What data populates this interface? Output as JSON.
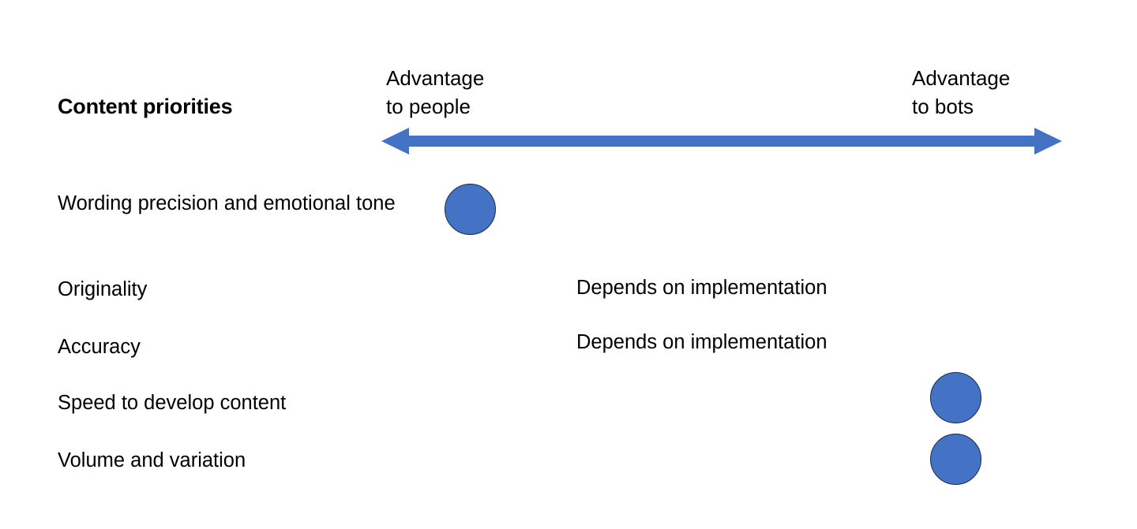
{
  "diagram": {
    "title": "Content priorities",
    "axis": {
      "left_label": "Advantage\nto people",
      "right_label": "Advantage\nto bots",
      "arrow_name": "double-headed-horizontal-arrow",
      "arrow_color": "#4472C4",
      "direction": "bidirectional"
    },
    "marker": {
      "fill_color": "#4472C4",
      "border_color": "#1B2A4A",
      "shape": "circle"
    },
    "rows": [
      {
        "label": "Wording precision and emotional tone",
        "marker": true,
        "marker_position_pct": 11,
        "note": ""
      },
      {
        "label": "Originality",
        "marker": false,
        "marker_position_pct": null,
        "note": "Depends on implementation"
      },
      {
        "label": "Accuracy",
        "marker": false,
        "marker_position_pct": null,
        "note": "Depends on implementation"
      },
      {
        "label": "Speed to develop content",
        "marker": true,
        "marker_position_pct": 82,
        "note": ""
      },
      {
        "label": "Volume and variation",
        "marker": true,
        "marker_position_pct": 82,
        "note": ""
      }
    ]
  },
  "chart_data": {
    "type": "scatter",
    "title": "Content priorities",
    "xlabel": "Advantage to people ↔ Advantage to bots",
    "ylabel": "Content priorities",
    "categories": [
      "Wording precision and emotional tone",
      "Originality",
      "Accuracy",
      "Speed to develop content",
      "Volume and variation"
    ],
    "values": [
      11,
      null,
      null,
      82,
      82
    ],
    "annotations": [
      {
        "category": "Originality",
        "text": "Depends on implementation"
      },
      {
        "category": "Accuracy",
        "text": "Depends on implementation"
      }
    ],
    "xlim": [
      0,
      100
    ],
    "grid": false,
    "legend": "none"
  }
}
